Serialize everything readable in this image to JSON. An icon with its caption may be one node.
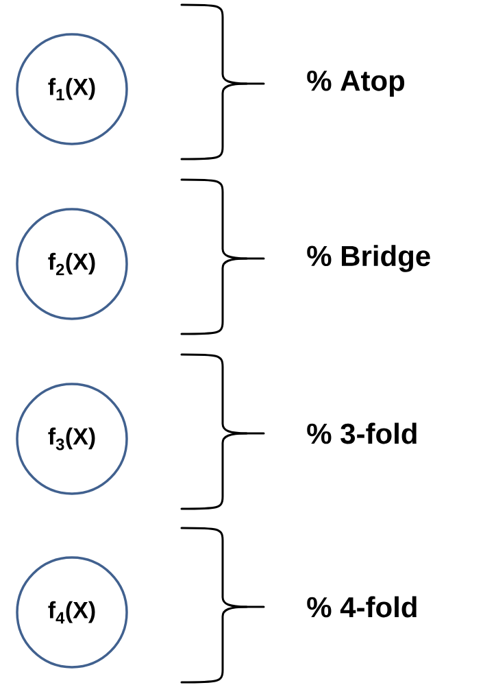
{
  "diagram": {
    "nodes": [
      {
        "text": [
          "f$_{1}$(X)"
        ]
      },
      {
        "text": [
          "f$_{2}$(X)"
        ]
      },
      {
        "text": [
          "f$_{3}$(X)"
        ]
      },
      {
        "text": [
          "f$_{4}$(X)"
        ]
      }
    ],
    "labels": [
      "% Atop",
      "% Bridge",
      "% 3-fold",
      "% 4-fold"
    ]
  }
}
